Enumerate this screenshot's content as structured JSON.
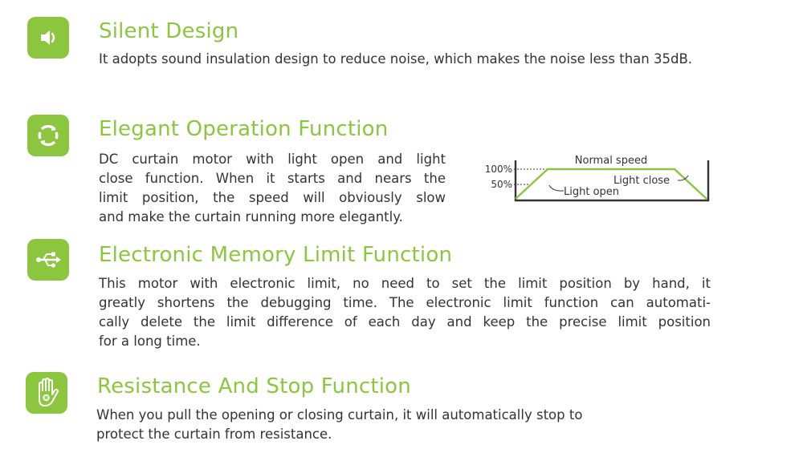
{
  "accent_color": "#8cc63f",
  "text_color": "#333333",
  "features": [
    {
      "icon": "speaker-icon",
      "title": "Silent Design",
      "lines": [
        "It adopts sound insulation design to reduce noise, which makes the noise less than 35dB."
      ]
    },
    {
      "icon": "circular-arrows-icon",
      "title": "Elegant Operation Function",
      "lines": [
        "DC curtain motor with light open and light",
        "close function. When it starts and nears the",
        "limit position, the speed will obviously slow",
        "and make the curtain running more elegantly."
      ],
      "diagram": {
        "label_100": "100%",
        "label_50": "50%",
        "normal_speed": "Normal speed",
        "light_close": "Light close",
        "light_open": "Light open"
      }
    },
    {
      "icon": "usb-icon",
      "title": "Electronic Memory Limit Function",
      "lines": [
        "This motor with electronic limit, no need to set the limit position by hand, it",
        "greatly shortens the debugging time. The electronic limit function can automati-",
        "cally delete the limit difference of each day and keep the precise limit position",
        "for a long time."
      ]
    },
    {
      "icon": "stop-hand-icon",
      "title": "Resistance And Stop Function",
      "lines": [
        "When you pull the opening or closing curtain, it will automatically stop to",
        "protect the curtain from resistance."
      ]
    }
  ]
}
